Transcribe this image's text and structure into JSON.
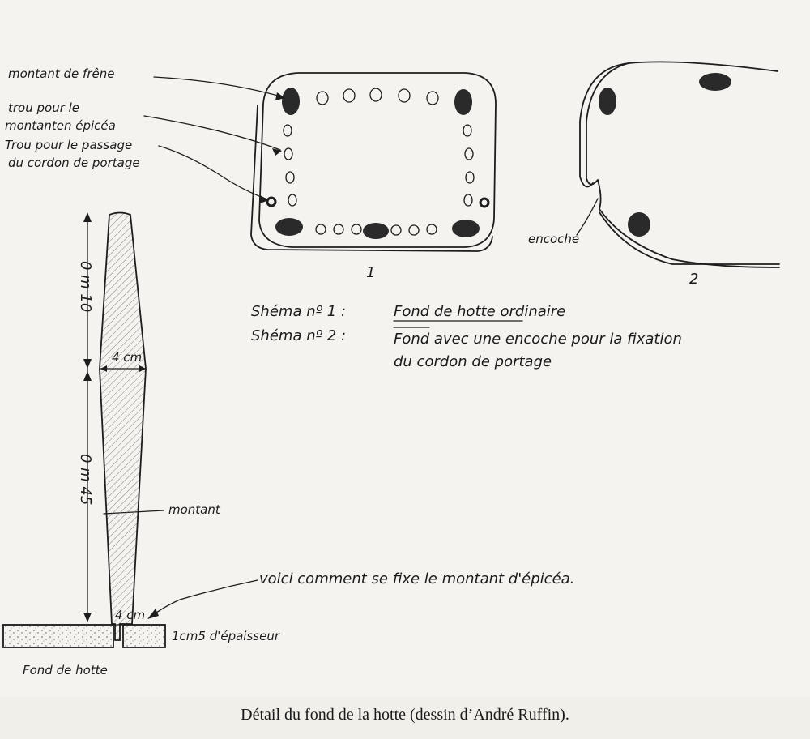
{
  "labels": {
    "montant_frene": "montant de frêne",
    "trou_epicea_1": "trou pour le",
    "trou_epicea_2": "montanten épicéa",
    "trou_passage_1": "Trou pour le passage",
    "trou_passage_2": "du cordon de portage",
    "encoche": "encoche",
    "fig1_number": "1",
    "fig2_number": "2",
    "dim_top": "0 m 10",
    "dim_bottom": "0 m 45",
    "width_top": "4 cm",
    "width_bottom": "4 cm",
    "montant": "montant",
    "voici": "voici comment se fixe le montant d'épicéa.",
    "epaisseur": "1cm5 d'épaisseur",
    "fond_de_hotte": "Fond de hotte"
  },
  "legend": {
    "scheme1_label": "Shéma nº 1 :",
    "scheme1_text": "Fond de hotte ordinaire",
    "scheme2_label": "Shéma nº 2 :",
    "scheme2_text_1": "Fond avec une encoche pour la fixation",
    "scheme2_text_2": "du cordon de portage"
  },
  "caption": "Détail du fond de la hotte (dessin d’André Ruffin).",
  "colors": {
    "paper": "#f4f3ef",
    "ink": "#1d1d1d",
    "background": "#f1efea"
  }
}
